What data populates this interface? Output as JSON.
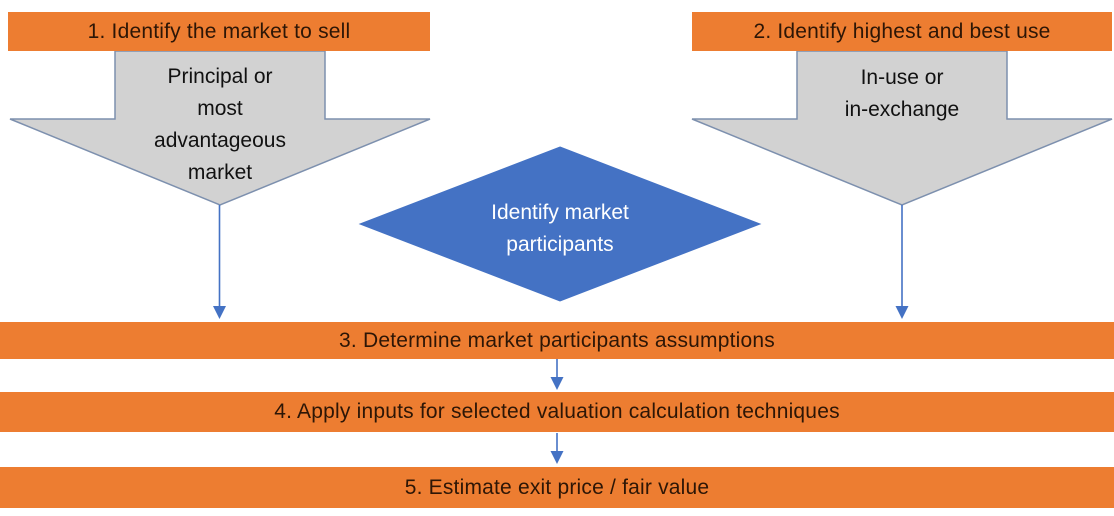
{
  "colors": {
    "orange": "#ED7D31",
    "orange_text": "#2d1606",
    "gray_fill": "#D2D2D2",
    "gray_border": "#7D90AE",
    "blue": "#4472C4",
    "diamond_text": "#FFFFFF",
    "connector": "#4472C4",
    "background": "#FFFFFF"
  },
  "nodes": {
    "step1": {
      "label": "1. Identify the market to sell"
    },
    "step2": {
      "label": "2. Identify highest and best use"
    },
    "arrow_left": {
      "label": "Principal or\nmost\nadvantageous\nmarket"
    },
    "arrow_right": {
      "label": "In-use or\nin-exchange"
    },
    "diamond": {
      "label": "Identify market\nparticipants"
    },
    "step3": {
      "label": "3. Determine market participants assumptions"
    },
    "step4": {
      "label": "4. Apply inputs for selected valuation calculation techniques"
    },
    "step5": {
      "label": "5. Estimate exit price / fair value"
    }
  }
}
